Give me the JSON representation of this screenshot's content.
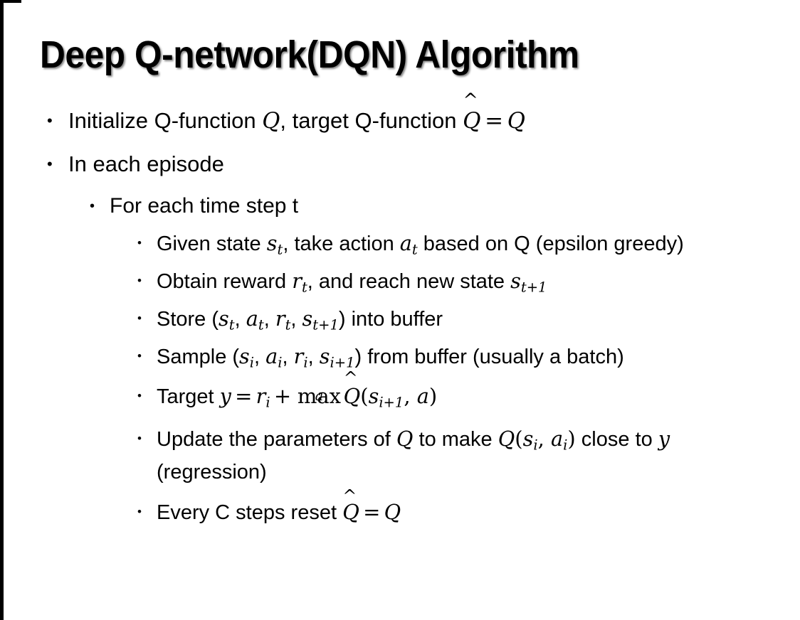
{
  "slide": {
    "title": "Deep Q-network(DQN) Algorithm",
    "background_color": "#ffffff",
    "text_color": "#000000",
    "bullet_glyph": "•",
    "outline": {
      "level1": [
        {
          "id": "initialize",
          "parts": [
            {
              "t": "text",
              "v": "Initialize Q-function "
            },
            {
              "t": "math",
              "v": "Q"
            },
            {
              "t": "text",
              "v": ", target Q-function "
            },
            {
              "t": "qhat",
              "v": "Q"
            },
            {
              "t": "op",
              "v": "="
            },
            {
              "t": "math",
              "v": "Q"
            }
          ]
        },
        {
          "id": "in-each-episode",
          "parts": [
            {
              "t": "text",
              "v": "In each episode"
            }
          ]
        }
      ],
      "level2": [
        {
          "id": "for-each-time-step",
          "parts": [
            {
              "t": "text",
              "v": "For each time step t"
            }
          ]
        }
      ],
      "level3": [
        {
          "id": "given-state",
          "parts": [
            {
              "t": "text",
              "v": "Given state "
            },
            {
              "t": "mathsub",
              "v": "s",
              "sub": "t"
            },
            {
              "t": "text",
              "v": ", take action "
            },
            {
              "t": "mathsub",
              "v": "a",
              "sub": "t"
            },
            {
              "t": "text",
              "v": " based on Q (epsilon greedy)"
            }
          ]
        },
        {
          "id": "obtain-reward",
          "parts": [
            {
              "t": "text",
              "v": "Obtain reward "
            },
            {
              "t": "mathsub",
              "v": "r",
              "sub": "t"
            },
            {
              "t": "text",
              "v": ", and reach new state "
            },
            {
              "t": "mathsub",
              "v": "s",
              "sub": "t+1"
            }
          ]
        },
        {
          "id": "store-transition",
          "parts": [
            {
              "t": "text",
              "v": "Store ("
            },
            {
              "t": "mathsub",
              "v": "s",
              "sub": "t"
            },
            {
              "t": "text",
              "v": ", "
            },
            {
              "t": "mathsub",
              "v": "a",
              "sub": "t"
            },
            {
              "t": "text",
              "v": ", "
            },
            {
              "t": "mathsub",
              "v": "r",
              "sub": "t"
            },
            {
              "t": "text",
              "v": ", "
            },
            {
              "t": "mathsub",
              "v": "s",
              "sub": "t+1"
            },
            {
              "t": "text",
              "v": ") into buffer"
            }
          ]
        },
        {
          "id": "sample-batch",
          "parts": [
            {
              "t": "text",
              "v": "Sample ("
            },
            {
              "t": "mathsub",
              "v": "s",
              "sub": "i"
            },
            {
              "t": "text",
              "v": ", "
            },
            {
              "t": "mathsub",
              "v": "a",
              "sub": "i"
            },
            {
              "t": "text",
              "v": ", "
            },
            {
              "t": "mathsub",
              "v": "r",
              "sub": "i"
            },
            {
              "t": "text",
              "v": ", "
            },
            {
              "t": "mathsub",
              "v": "s",
              "sub": "i+1"
            },
            {
              "t": "text",
              "v": ") from buffer (usually a batch)"
            }
          ]
        },
        {
          "id": "target",
          "parts": [
            {
              "t": "text",
              "v": "Target "
            },
            {
              "t": "math",
              "v": "y"
            },
            {
              "t": "op",
              "v": "="
            },
            {
              "t": "mathsub",
              "v": "r",
              "sub": "i"
            },
            {
              "t": "op",
              "v": "+"
            },
            {
              "t": "maxop",
              "v": "max",
              "lim": "a"
            },
            {
              "t": "qhat",
              "v": "Q"
            },
            {
              "t": "mathup",
              "v": "("
            },
            {
              "t": "mathsub",
              "v": "s",
              "sub": "i+1"
            },
            {
              "t": "mathup",
              "v": ", "
            },
            {
              "t": "math",
              "v": "a"
            },
            {
              "t": "mathup",
              "v": ")"
            }
          ]
        },
        {
          "id": "update-parameters",
          "parts": [
            {
              "t": "text",
              "v": "Update the parameters of "
            },
            {
              "t": "math",
              "v": "Q"
            },
            {
              "t": "text",
              "v": " to make "
            },
            {
              "t": "math",
              "v": "Q"
            },
            {
              "t": "mathup",
              "v": "("
            },
            {
              "t": "mathsub",
              "v": "s",
              "sub": "i"
            },
            {
              "t": "mathup",
              "v": ", "
            },
            {
              "t": "mathsub",
              "v": "a",
              "sub": "i"
            },
            {
              "t": "mathup",
              "v": ")"
            },
            {
              "t": "text",
              "v": " close to "
            },
            {
              "t": "math",
              "v": "y"
            },
            {
              "t": "text",
              "v": " (regression)"
            }
          ]
        },
        {
          "id": "reset-target",
          "parts": [
            {
              "t": "text",
              "v": "Every C steps reset "
            },
            {
              "t": "qhat",
              "v": "Q"
            },
            {
              "t": "op",
              "v": "="
            },
            {
              "t": "math",
              "v": "Q"
            }
          ]
        }
      ]
    }
  }
}
